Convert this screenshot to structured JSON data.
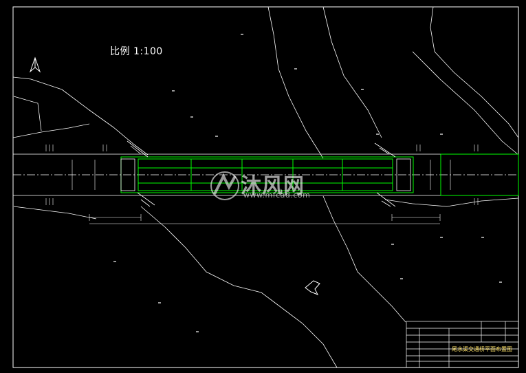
{
  "drawing": {
    "scale_label": "比例 1:100",
    "title_block_title": "尾水渠交通桥平面布置图"
  },
  "watermark": {
    "name": "沐风网",
    "url": "www.mfcad.com"
  },
  "colors": {
    "background": "#000000",
    "linework": "#ffffff",
    "bridge_outline": "#00ff00",
    "annotation": "#ffe36b",
    "watermark": "#cfcfcf"
  }
}
